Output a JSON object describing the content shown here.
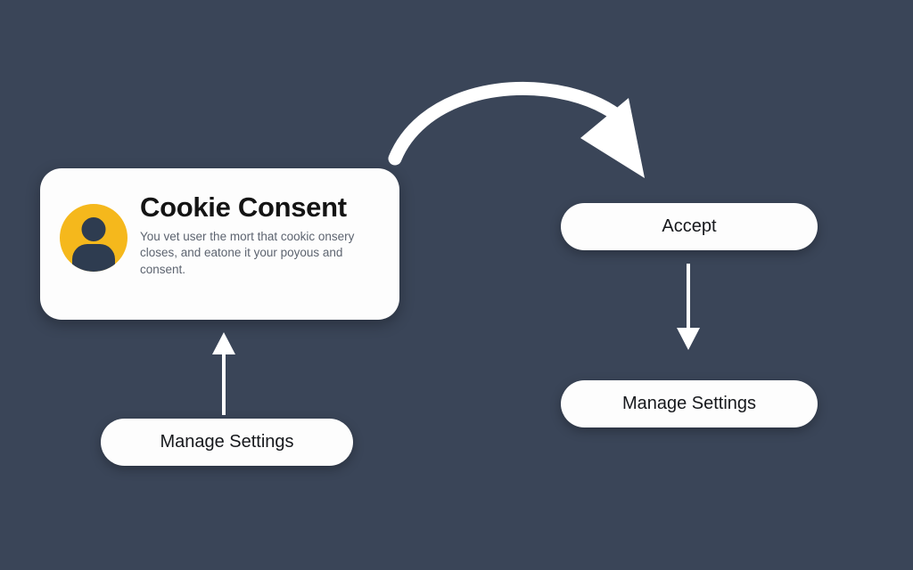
{
  "theme": {
    "background_color": "#3a4558",
    "card_surface_color": "#fdfdfd",
    "accent_color": "#f5b81c",
    "avatar_figure_color": "#2e3c50",
    "connector_color": "#ffffff",
    "title_text_color": "#141414",
    "body_text_color": "#5d6470"
  },
  "consent_card": {
    "title": "Cookie Consent",
    "body": "You vet user the mort that cookic onsery closes, and eatone it your poyous and consent.",
    "avatar_icon": "user-avatar-icon"
  },
  "buttons": {
    "manage_settings_left": "Manage Settings",
    "accept": "Accept",
    "manage_settings_right": "Manage Settings"
  },
  "connectors": {
    "curved_arrow": "curved-arrow-right-icon",
    "up_arrow": "arrow-up-icon",
    "down_arrow": "arrow-down-icon"
  }
}
